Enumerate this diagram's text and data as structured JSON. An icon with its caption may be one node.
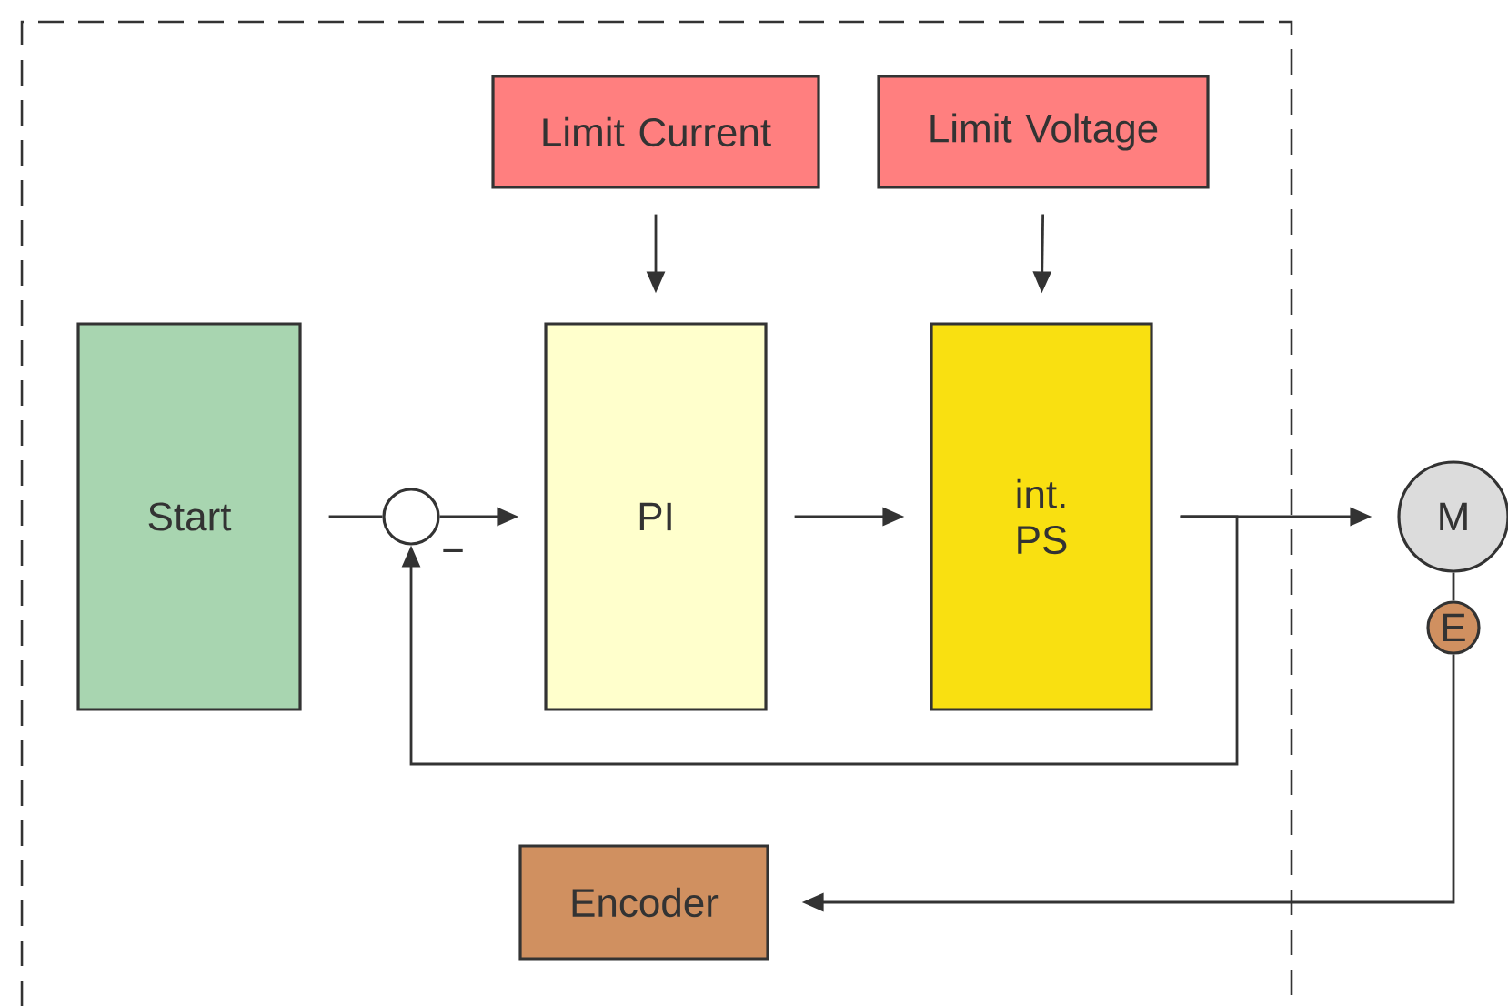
{
  "diagram": {
    "nodes": [
      {
        "text": [
          "Limit Current"
        ]
      },
      {
        "text": [
          "Limit Voltage"
        ]
      },
      {
        "text": [
          "Start"
        ]
      },
      {
        "text": [],
        "shape": "circle"
      },
      {
        "text": [
          "PI"
        ]
      },
      {
        "text": [
          "int. PS"
        ]
      },
      {
        "text": [
          "M"
        ]
      },
      {
        "text": [
          "E"
        ]
      },
      {
        "text": [
          "Encoder"
        ]
      }
    ],
    "edges": [
      {
        "from": 0,
        "to": 4,
        "arrow": "to"
      },
      {
        "from": 1,
        "to": 5,
        "arrow": "to"
      },
      {
        "from": 2,
        "to": 3,
        "arrow": "none"
      },
      {
        "from": 3,
        "to": 4,
        "arrow": "to"
      },
      {
        "from": 4,
        "to": 5,
        "arrow": "to"
      },
      {
        "from": 5,
        "to": 6,
        "arrow": "to"
      },
      {
        "from": 5,
        "to": 3,
        "arrow": "to"
      },
      {
        "from": 6,
        "to": 7,
        "arrow": "none"
      },
      {
        "from": 7,
        "to": 8,
        "arrow": "to"
      }
    ],
    "labels": [
      "−"
    ]
  }
}
